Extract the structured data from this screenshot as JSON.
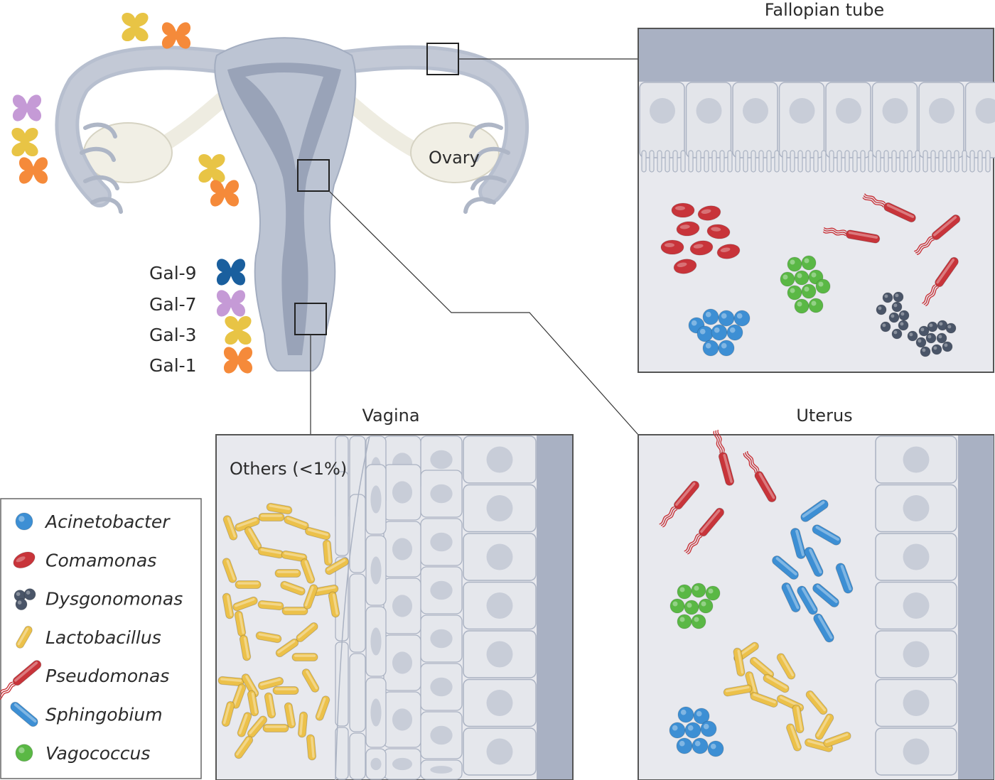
{
  "labels": {
    "fallopian_tube": "Fallopian tube",
    "ovary": "Ovary",
    "vagina": "Vagina",
    "uterus": "Uterus",
    "others": "Others (<1%)"
  },
  "galectins": [
    {
      "label": "Gal-9",
      "color": "#1a5f9e"
    },
    {
      "label": "Gal-7",
      "color": "#c59ad6"
    },
    {
      "label": "Gal-3",
      "color": "#e8c445"
    },
    {
      "label": "Gal-1",
      "color": "#f58a3a"
    }
  ],
  "legend": [
    {
      "label": "Acinetobacter",
      "shape": "coccus",
      "color": "#3d8fd4"
    },
    {
      "label": "Comamonas",
      "shape": "oval",
      "color": "#c8343a"
    },
    {
      "label": "Dysgonomonas",
      "shape": "cluster",
      "color": "#4a5568"
    },
    {
      "label": "Lactobacillus",
      "shape": "rod",
      "color": "#ecc14a"
    },
    {
      "label": "Pseudomonas",
      "shape": "flagellated-rod",
      "color": "#c8343a"
    },
    {
      "label": "Sphingobium",
      "shape": "rod",
      "color": "#3d8fd4"
    },
    {
      "label": "Vagococcus",
      "shape": "coccus",
      "color": "#5ab845"
    }
  ]
}
